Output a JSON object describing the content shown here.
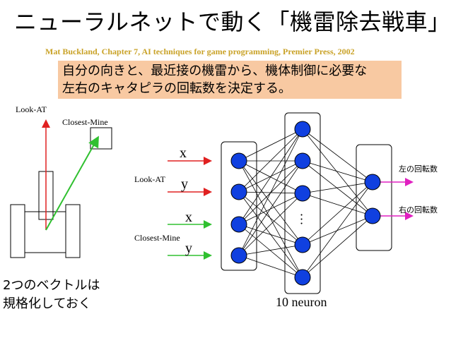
{
  "title": "ニューラルネットで動く「機雷除去戦車」",
  "credit": "Mat Buckland, Chapter 7, AI techniques for game programming, Premier Press, 2002",
  "callout": {
    "line1": "自分の向きと、最近接の機雷から、機体制御に必要な",
    "line2": "左右のキャタピラの回転数を決定する。"
  },
  "tank": {
    "look_at_label": "Look-AT",
    "closest_mine_label": "Closest-Mine"
  },
  "note": {
    "line1": "2つのベクトルは",
    "line2": "規格化しておく"
  },
  "network": {
    "inputs": [
      {
        "label": "x"
      },
      {
        "label": "y"
      },
      {
        "label": "x"
      },
      {
        "label": "y"
      }
    ],
    "input_group_labels": [
      "Look-AT",
      "Closest-Mine"
    ],
    "hidden_ellipsis": "…",
    "hidden_caption": "10 neuron",
    "outputs": [
      {
        "label": "左の回転数"
      },
      {
        "label": "右の回転数"
      }
    ]
  },
  "colors": {
    "neuron": "#1040e0",
    "look_at_arrow": "#e02020",
    "closest_mine_arrow": "#30c030",
    "output_arrow": "#e020c0",
    "callout_bg": "#f8c9a2",
    "credit": "#c9a227"
  }
}
